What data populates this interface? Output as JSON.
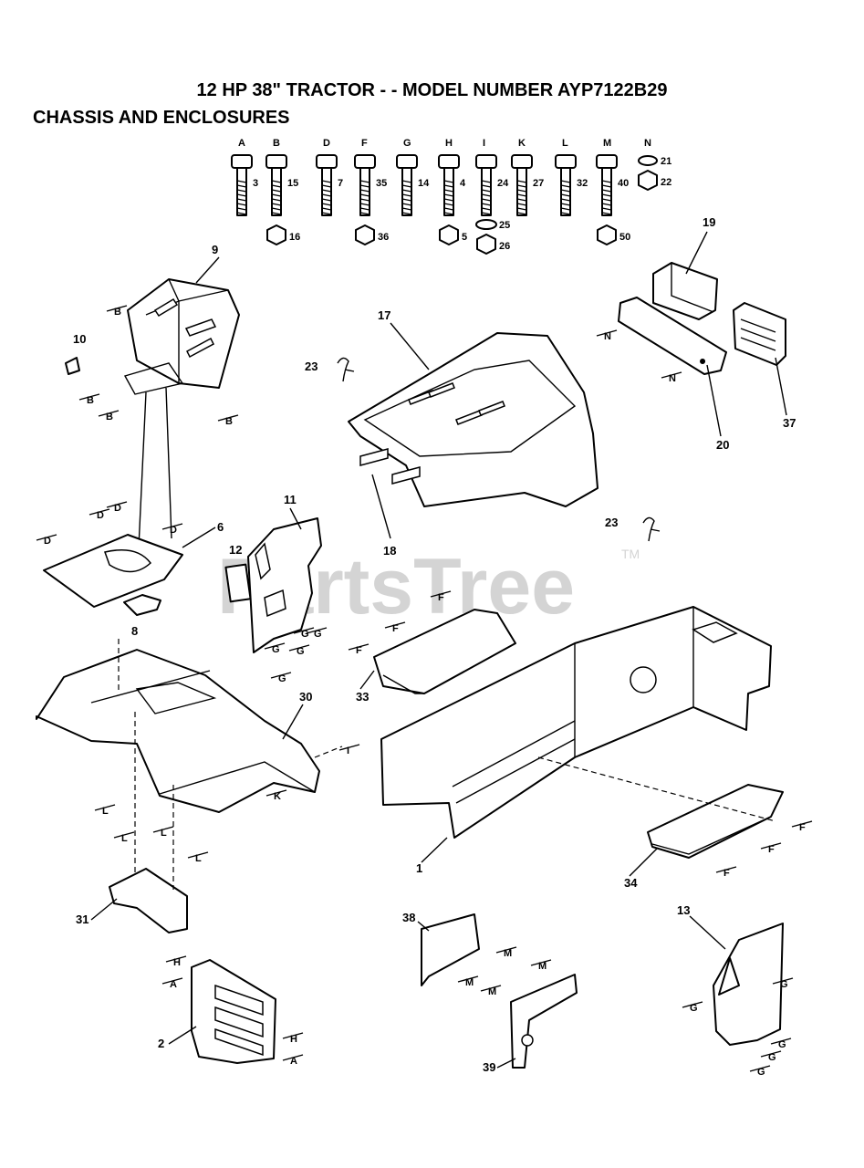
{
  "title": "12 HP 38\" TRACTOR - - MODEL NUMBER AYP7122B29",
  "subtitle": "CHASSIS AND ENCLOSURES",
  "watermark": "PartsTree",
  "watermark_tm": "TM",
  "hardware": [
    {
      "letter": "A",
      "part": "3"
    },
    {
      "letter": "B",
      "part": "15",
      "nut": "16"
    },
    {
      "letter": "D",
      "part": "7"
    },
    {
      "letter": "F",
      "part": "35",
      "nut": "36"
    },
    {
      "letter": "G",
      "part": "14"
    },
    {
      "letter": "H",
      "part": "4",
      "nut": "5"
    },
    {
      "letter": "I",
      "part": "24",
      "washer": "25",
      "nut": "26"
    },
    {
      "letter": "K",
      "part": "27"
    },
    {
      "letter": "L",
      "part": "32"
    },
    {
      "letter": "M",
      "part": "40",
      "nut": "50"
    },
    {
      "letter": "N",
      "washer": "21",
      "nut": "22"
    }
  ],
  "callouts": {
    "c9": "9",
    "c10": "10",
    "c17": "17",
    "c23a": "23",
    "c18": "18",
    "c19": "19",
    "c20": "20",
    "c37": "37",
    "c23b": "23",
    "c11": "11",
    "c12": "12",
    "c6": "6",
    "c8": "8",
    "c33": "33",
    "c30": "30",
    "c1": "1",
    "c31": "31",
    "c34": "34",
    "c2": "2",
    "c38": "38",
    "c13": "13",
    "c39": "39"
  },
  "letters": {
    "B": "B",
    "D": "D",
    "N": "N",
    "G": "G",
    "F": "F",
    "I": "I",
    "K": "K",
    "L": "L",
    "H": "H",
    "A": "A",
    "M": "M"
  }
}
